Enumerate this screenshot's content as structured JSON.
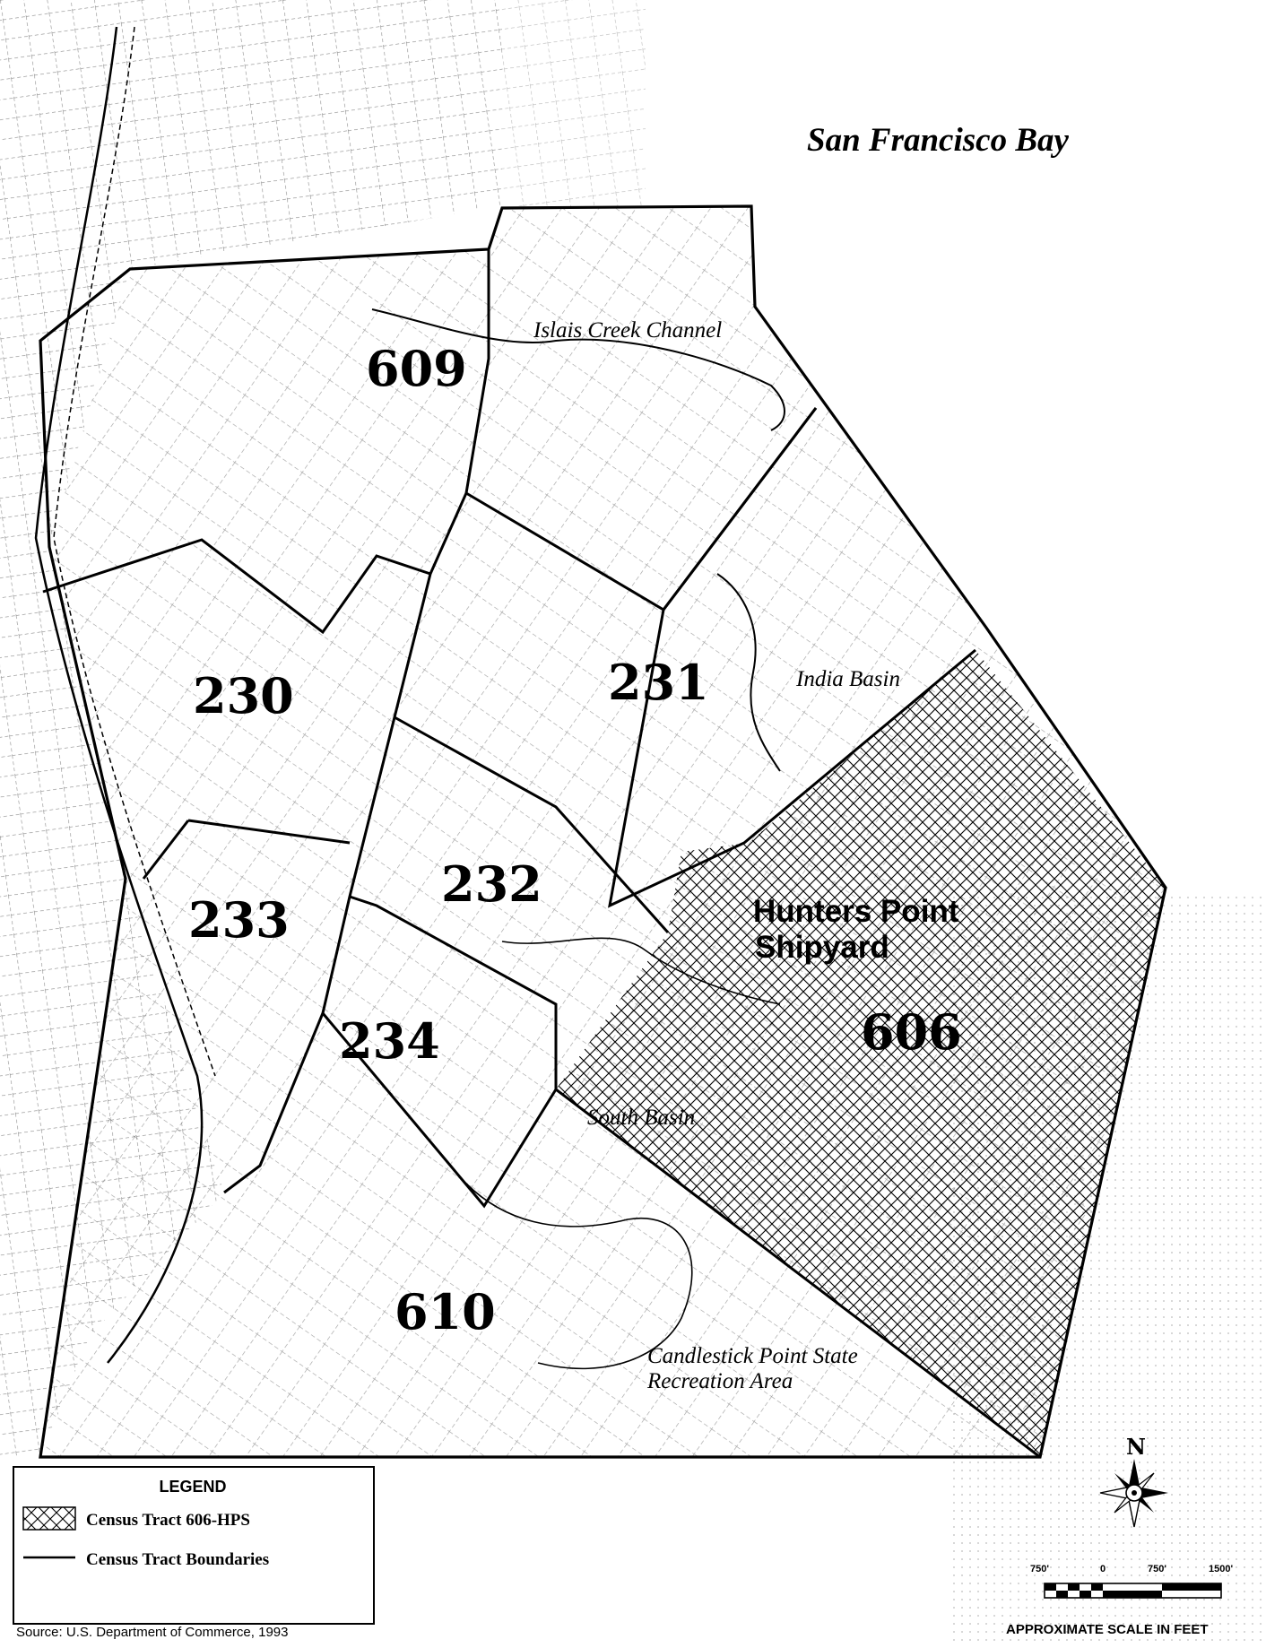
{
  "map": {
    "bay_label": "San Francisco Bay",
    "tracts": [
      {
        "id": "609"
      },
      {
        "id": "231"
      },
      {
        "id": "230"
      },
      {
        "id": "232"
      },
      {
        "id": "233"
      },
      {
        "id": "234"
      },
      {
        "id": "606"
      },
      {
        "id": "610"
      }
    ],
    "places": {
      "islais_creek": "Islais Creek Channel",
      "india_basin": "India  Basin",
      "hps_line1": "Hunters Point",
      "hps_line2": "Shipyard",
      "south_basin": "South  Basin",
      "candlestick_line1": "Candlestick Point State",
      "candlestick_line2": "Recreation Area"
    }
  },
  "legend": {
    "title": "LEGEND",
    "hatch_item": "Census Tract 606-HPS",
    "line_item": "Census Tract Boundaries"
  },
  "source": "Source: U.S. Department of Commerce, 1993",
  "compass": {
    "north_label": "N"
  },
  "scale": {
    "ticks": [
      "750'",
      "0",
      "750'",
      "1500'"
    ],
    "caption": "APPROXIMATE SCALE IN FEET"
  },
  "colors": {
    "ink": "#000000",
    "paper": "#ffffff"
  }
}
